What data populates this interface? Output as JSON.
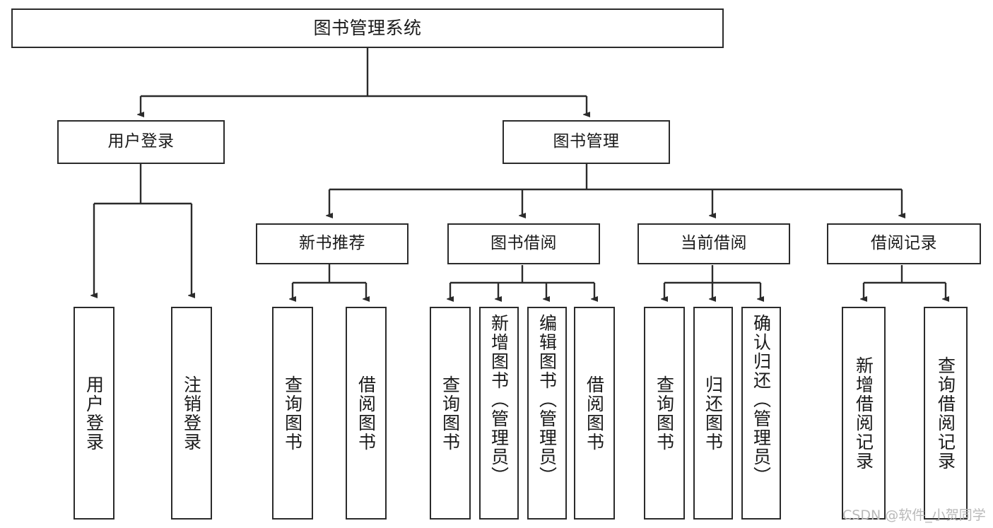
{
  "diagram": {
    "type": "tree",
    "title": "图书管理系统",
    "watermark": "CSDN @软件_小贺同学",
    "colors": {
      "stroke": "#2b2b2b",
      "fill": "#ffffff",
      "text": "#1a1a1a",
      "watermark": "#b9b9b9"
    },
    "nodes": {
      "root": {
        "label": "图书管理系统"
      },
      "level2": [
        {
          "id": "user-login",
          "label": "用户登录"
        },
        {
          "id": "book-management",
          "label": "图书管理"
        }
      ],
      "level3": [
        {
          "id": "new-book-recommend",
          "label": "新书推荐"
        },
        {
          "id": "book-borrow",
          "label": "图书借阅"
        },
        {
          "id": "current-borrow",
          "label": "当前借阅"
        },
        {
          "id": "borrow-record",
          "label": "借阅记录"
        }
      ],
      "leaves": [
        {
          "id": "leaf-user-login",
          "label": "用户登录",
          "parent": "user-login"
        },
        {
          "id": "leaf-user-logout",
          "label": "注销登录",
          "parent": "user-login"
        },
        {
          "id": "leaf-query-book-1",
          "label": "查询图书",
          "parent": "new-book-recommend"
        },
        {
          "id": "leaf-borrow-book-1",
          "label": "借阅图书",
          "parent": "new-book-recommend"
        },
        {
          "id": "leaf-query-book-2",
          "label": "查询图书",
          "parent": "book-borrow"
        },
        {
          "id": "leaf-add-book",
          "label": "新增图书（管理员）",
          "parent": "book-borrow"
        },
        {
          "id": "leaf-edit-book",
          "label": "编辑图书（管理员）",
          "parent": "book-borrow"
        },
        {
          "id": "leaf-borrow-book-2",
          "label": "借阅图书",
          "parent": "book-borrow"
        },
        {
          "id": "leaf-query-book-3",
          "label": "查询图书",
          "parent": "current-borrow"
        },
        {
          "id": "leaf-return-book",
          "label": "归还图书",
          "parent": "current-borrow"
        },
        {
          "id": "leaf-confirm-return",
          "label": "确认归还（管理员）",
          "parent": "current-borrow"
        },
        {
          "id": "leaf-add-record",
          "label": "新增借阅记录",
          "parent": "borrow-record"
        },
        {
          "id": "leaf-query-record",
          "label": "查询借阅记录",
          "parent": "borrow-record"
        }
      ]
    }
  }
}
